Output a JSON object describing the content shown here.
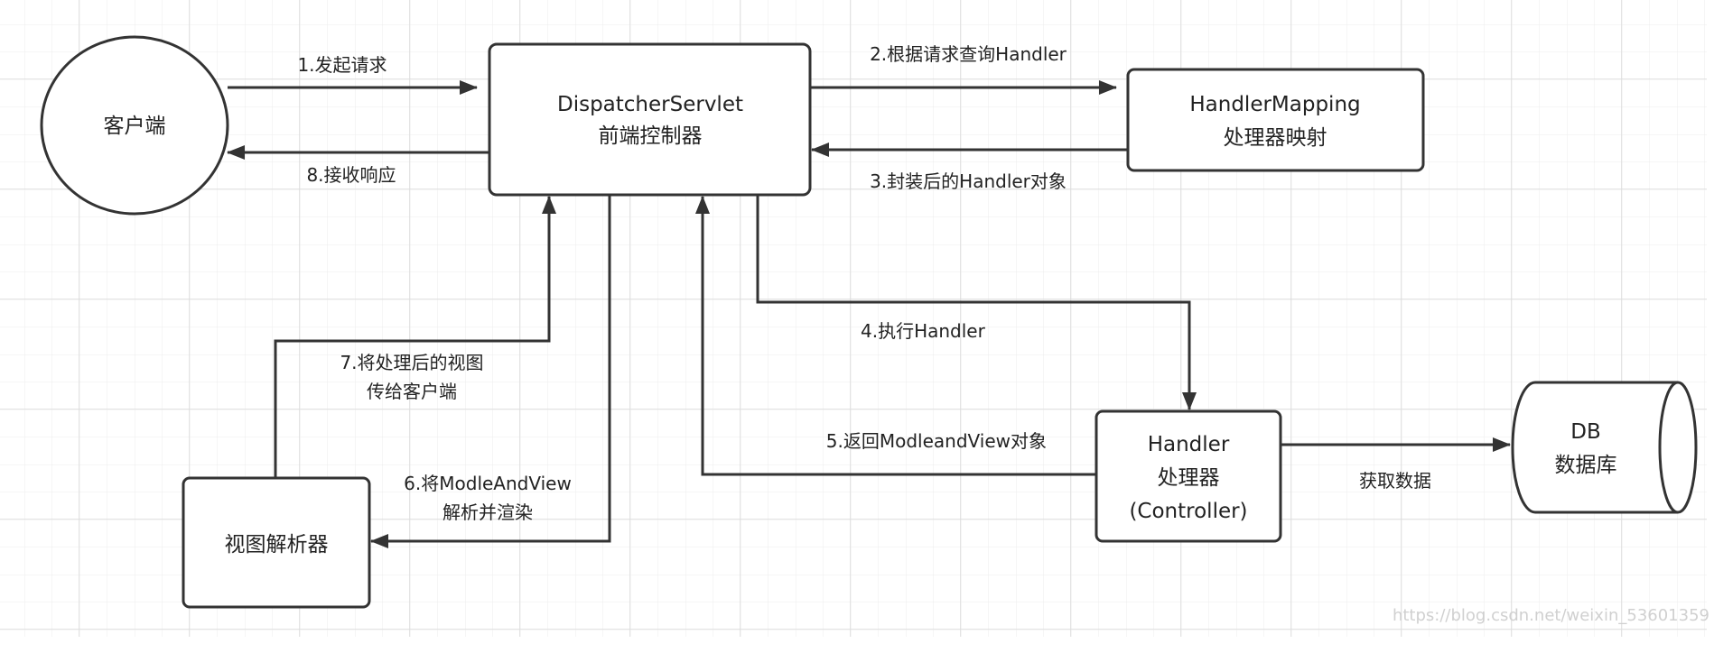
{
  "diagram": {
    "nodes": {
      "client": {
        "label": "客户端"
      },
      "dispatcher": {
        "line1": "DispatcherServlet",
        "line2": "前端控制器"
      },
      "handler_mapping": {
        "line1": "HandlerMapping",
        "line2": "处理器映射"
      },
      "handler": {
        "line1": "Handler",
        "line2": "处理器",
        "line3": "(Controller)"
      },
      "db": {
        "line1": "DB",
        "line2": "数据库"
      },
      "view_resolver": {
        "label": "视图解析器"
      }
    },
    "edges": {
      "e1": "1.发起请求",
      "e2": "2.根据请求查询Handler",
      "e3": "3.封装后的Handler对象",
      "e4": "4.执行Handler",
      "e5": "5.返回ModleandView对象",
      "e6_line1": "6.将ModleAndView",
      "e6_line2": "解析并渲染",
      "e7_line1": "7.将处理后的视图",
      "e7_line2": "传给客户端",
      "e8": "8.接收响应",
      "db_fetch": "获取数据"
    },
    "watermark": "https://blog.csdn.net/weixin_53601359",
    "colors": {
      "stroke": "#333333",
      "grid_minor": "#ececec",
      "grid_major": "#dedede"
    }
  }
}
